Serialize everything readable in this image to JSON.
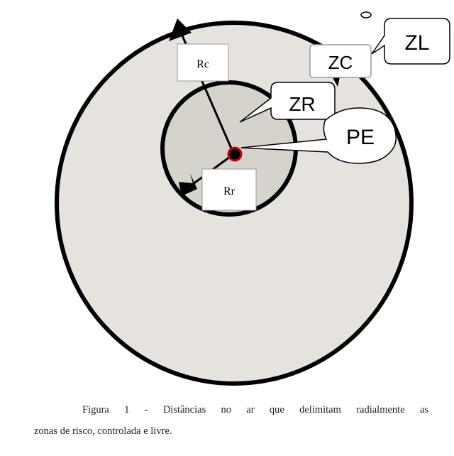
{
  "labels": {
    "rc": "Rc",
    "rr": "Rr",
    "zl": "ZL",
    "zc": "ZC",
    "zr": "ZR",
    "pe": "PE"
  },
  "caption": {
    "line1": "Figura 1 - Distâncias no ar que delimitam radialmente as",
    "line2": "zonas de risco, controlada e livre."
  },
  "colors": {
    "zone_fill": "#e6e3df",
    "inner_fill": "#d6d3cd",
    "stroke": "#000000",
    "emission_point": "#cc0000"
  }
}
